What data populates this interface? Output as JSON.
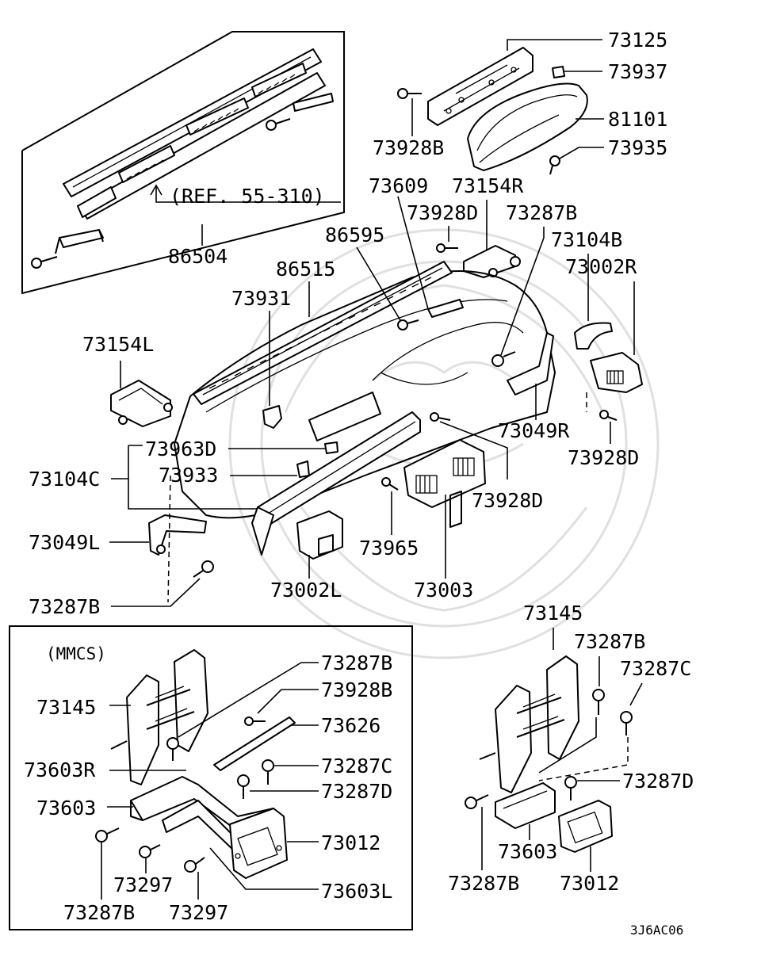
{
  "reference": "(REF. 55-310)",
  "inset_note": "(MMCS)",
  "diagram_code": "3J6AC06",
  "labels": {
    "p73125": "73125",
    "p73937": "73937",
    "p81101": "81101",
    "p73935": "73935",
    "p73928B_top": "73928B",
    "p73609": "73609",
    "p73154R": "73154R",
    "p73928D_a": "73928D",
    "p73287B_a": "73287B",
    "p86595": "86595",
    "p73104B": "73104B",
    "p73002R": "73002R",
    "p86515": "86515",
    "p86504": "86504",
    "p73931": "73931",
    "p73154L": "73154L",
    "p73049R": "73049R",
    "p73928D_b": "73928D",
    "p73963D": "73963D",
    "p73104C": "73104C",
    "p73933": "73933",
    "p73928D_c": "73928D",
    "p73049L": "73049L",
    "p73965": "73965",
    "p73002L": "73002L",
    "p73003": "73003",
    "p73287B_b": "73287B",
    "i73287B_a": "73287B",
    "i73928B": "73928B",
    "i73145": "73145",
    "i73626": "73626",
    "i73603R": "73603R",
    "i73287C": "73287C",
    "i73287D": "73287D",
    "i73603": "73603",
    "i73012": "73012",
    "i73297_a": "73297",
    "i73287B_b": "73287B",
    "i73297_b": "73297",
    "i73603L": "73603L",
    "r73145": "73145",
    "r73287B_a": "73287B",
    "r73287C": "73287C",
    "r73287D": "73287D",
    "r73603": "73603",
    "r73287B_b": "73287B",
    "r73012": "73012"
  }
}
